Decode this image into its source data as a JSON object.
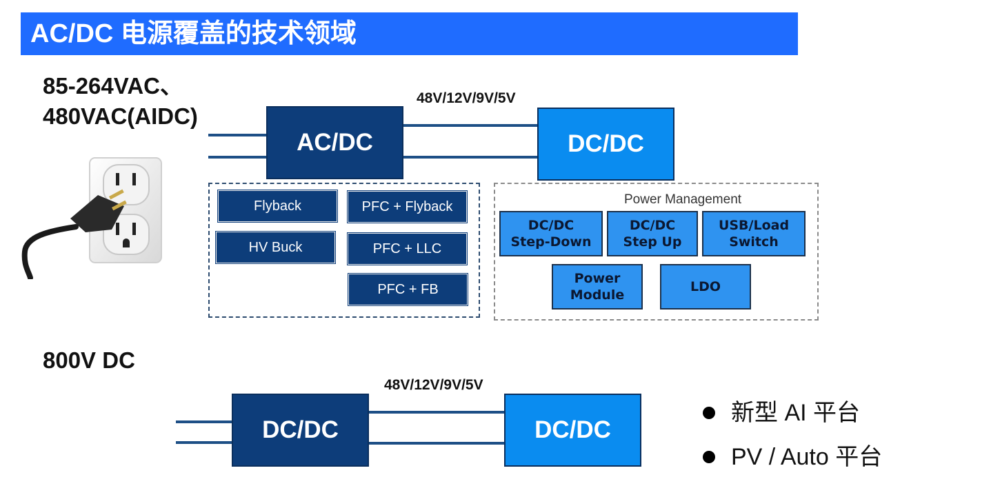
{
  "title": "AC/DC 电源覆盖的技术领域",
  "section_ac": {
    "input_label_line1": "85-264VAC、",
    "input_label_line2": "480VAC(AIDC)",
    "output_voltage": "48V/12V/9V/5V",
    "acdc_block": "AC/DC",
    "dcdc_block": "DC/DC",
    "topologies": [
      "Flyback",
      "PFC + Flyback",
      "HV Buck",
      "PFC + LLC",
      "PFC + FB"
    ],
    "power_management": {
      "title": "Power Management",
      "blocks": [
        "DC/DC\nStep-Down",
        "DC/DC\nStep Up",
        "USB/Load\nSwitch",
        "Power\nModule",
        "LDO"
      ]
    }
  },
  "section_dc": {
    "input_label": "800V DC",
    "output_voltage": "48V/12V/9V/5V",
    "first_block": "DC/DC",
    "second_block": "DC/DC"
  },
  "bullets": [
    "新型 AI 平台",
    "PV / Auto 平台"
  ],
  "colors": {
    "title_bar": "#1f6cff",
    "dark_block": "#0d3d7a",
    "light_block": "#0a8cf0",
    "pm_block": "#2f93f0"
  }
}
